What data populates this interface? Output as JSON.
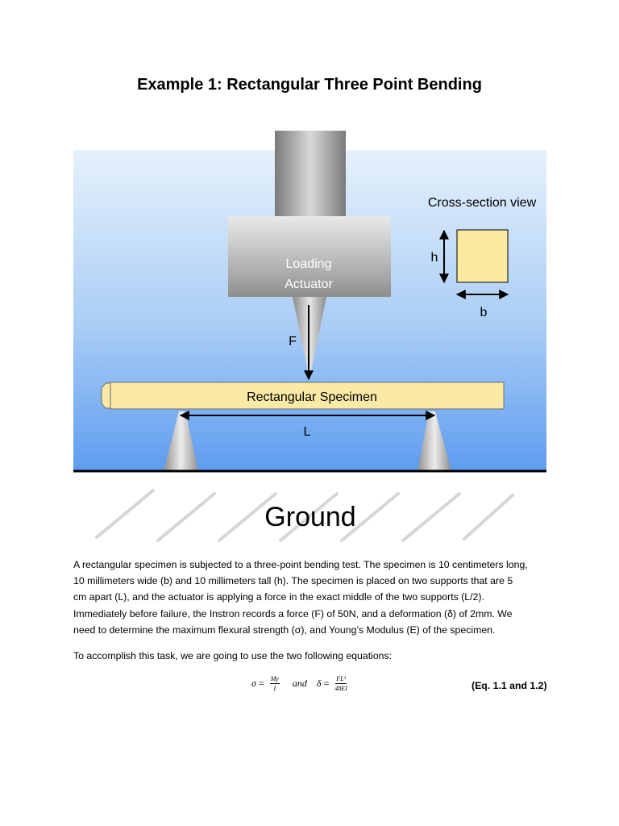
{
  "title": "Example 1: Rectangular Three Point Bending",
  "figure": {
    "actuator_label_line1": "Loading",
    "actuator_label_line2": "Actuator",
    "force_label": "F",
    "cross_section_label": "Cross-section view",
    "height_label": "h",
    "width_label": "b",
    "specimen_label": "Rectangular Specimen",
    "span_label": "L",
    "ground_label": "Ground",
    "colors": {
      "sky_top": "#e4f0fb",
      "sky_bottom": "#5b9bf0",
      "specimen": "#fbe9a6",
      "cross_section": "#fde9a0"
    }
  },
  "paragraph_lines": [
    "A rectangular specimen is subjected to a three-point bending test.  The specimen is 10 centimeters long,",
    "10 millimeters  wide (b) and 10 millimeters tall (h).  The specimen is placed on two supports that are 5",
    "cm apart (L), and the actuator is applying a force in the exact middle of the two supports (L/2).",
    "Immediately before failure, the Instron records a force (F) of 50N, and a deformation (δ) of 2mm.  We",
    "need to determine the maximum flexural strength (σ), and Young’s Modulus (E) of the specimen."
  ],
  "paragraph2": "To accomplish this task, we are going to use the two following equations:",
  "equation": {
    "sigma": "σ",
    "equals": "=",
    "frac1_num": "My",
    "frac1_den": "I",
    "and": "and",
    "delta": "δ",
    "frac2_num": "FL³",
    "frac2_den": "48EI"
  },
  "equation_ref": "(Eq. 1.1 and 1.2)"
}
